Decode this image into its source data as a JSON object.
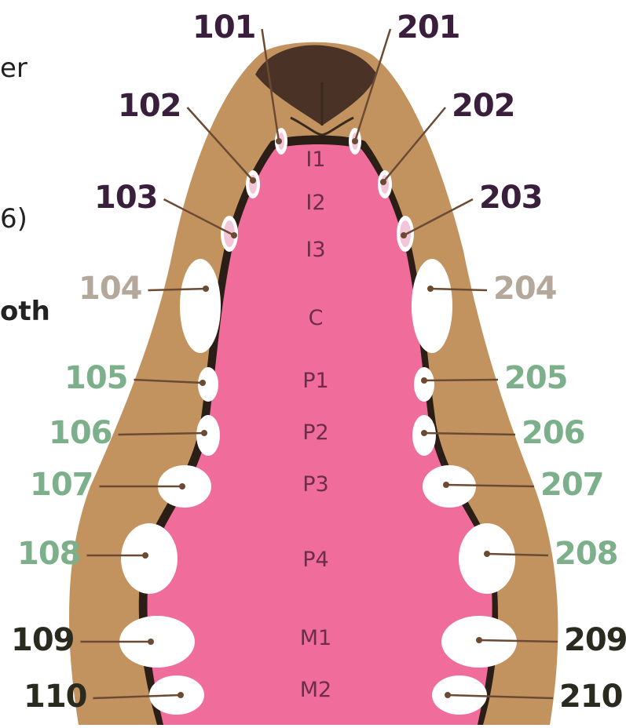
{
  "colors": {
    "incisor_labels": "#3a1f3d",
    "canine_labels": "#b3a89a",
    "premolar_labels": "#7cb08a",
    "molar_labels": "#2a2a1e",
    "gum": "#f06d9b",
    "muzzle": "#c2935f",
    "nose": "#4a3326",
    "tooth": "#ffffff",
    "leader": "#6b4a33"
  },
  "margin_text": {
    "line1": "er",
    "line2": "6)",
    "line3": "oth"
  },
  "teeth": [
    {
      "id": "101",
      "name": "I1",
      "side": "right",
      "group": "incisor"
    },
    {
      "id": "102",
      "name": "I2",
      "side": "right",
      "group": "incisor"
    },
    {
      "id": "103",
      "name": "I3",
      "side": "right",
      "group": "incisor"
    },
    {
      "id": "104",
      "name": "C",
      "side": "right",
      "group": "canine"
    },
    {
      "id": "105",
      "name": "P1",
      "side": "right",
      "group": "premolar"
    },
    {
      "id": "106",
      "name": "P2",
      "side": "right",
      "group": "premolar"
    },
    {
      "id": "107",
      "name": "P3",
      "side": "right",
      "group": "premolar"
    },
    {
      "id": "108",
      "name": "P4",
      "side": "right",
      "group": "premolar"
    },
    {
      "id": "109",
      "name": "M1",
      "side": "right",
      "group": "molar"
    },
    {
      "id": "110",
      "name": "M2",
      "side": "right",
      "group": "molar"
    },
    {
      "id": "201",
      "name": "I1",
      "side": "left",
      "group": "incisor"
    },
    {
      "id": "202",
      "name": "I2",
      "side": "left",
      "group": "incisor"
    },
    {
      "id": "203",
      "name": "I3",
      "side": "left",
      "group": "incisor"
    },
    {
      "id": "204",
      "name": "C",
      "side": "left",
      "group": "canine"
    },
    {
      "id": "205",
      "name": "P1",
      "side": "left",
      "group": "premolar"
    },
    {
      "id": "206",
      "name": "P2",
      "side": "left",
      "group": "premolar"
    },
    {
      "id": "207",
      "name": "P3",
      "side": "left",
      "group": "premolar"
    },
    {
      "id": "208",
      "name": "P4",
      "side": "left",
      "group": "premolar"
    },
    {
      "id": "209",
      "name": "M1",
      "side": "left",
      "group": "molar"
    },
    {
      "id": "210",
      "name": "M2",
      "side": "left",
      "group": "molar"
    }
  ],
  "tooth_names": [
    "I1",
    "I2",
    "I3",
    "C",
    "P1",
    "P2",
    "P3",
    "P4",
    "M1",
    "M2"
  ]
}
